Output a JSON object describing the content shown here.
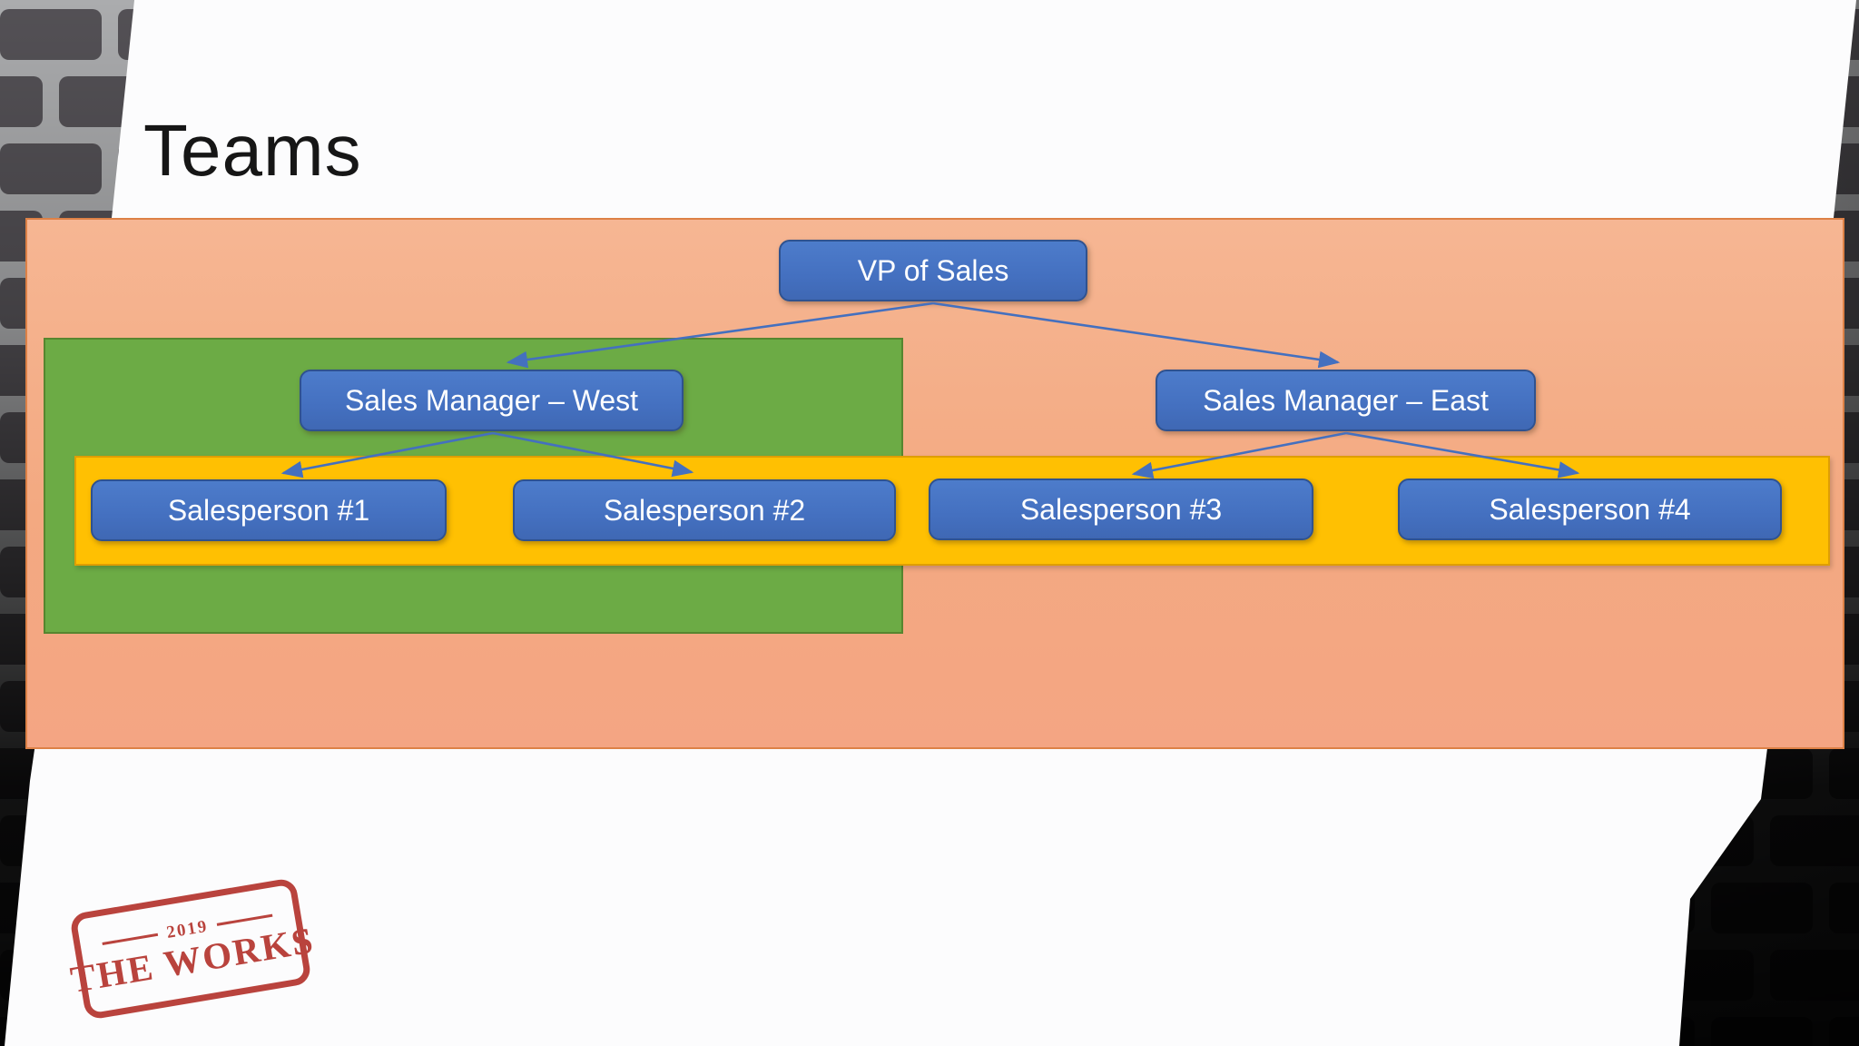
{
  "slide": {
    "title": "Teams"
  },
  "org_chart": {
    "nodes": [
      {
        "id": "vp",
        "label": "VP of Sales"
      },
      {
        "id": "west",
        "label": "Sales Manager – West"
      },
      {
        "id": "east",
        "label": "Sales Manager – East"
      },
      {
        "id": "sp1",
        "label": "Salesperson #1"
      },
      {
        "id": "sp2",
        "label": "Salesperson #2"
      },
      {
        "id": "sp3",
        "label": "Salesperson #3"
      },
      {
        "id": "sp4",
        "label": "Salesperson #4"
      }
    ],
    "edges": [
      {
        "from": "vp",
        "to": "west"
      },
      {
        "from": "vp",
        "to": "east"
      },
      {
        "from": "west",
        "to": "sp1"
      },
      {
        "from": "west",
        "to": "sp2"
      },
      {
        "from": "east",
        "to": "sp3"
      },
      {
        "from": "east",
        "to": "sp4"
      }
    ]
  },
  "regions": {
    "all_sales_color": "#f3a981",
    "west_team_color": "#6cab45",
    "salespeople_band_color": "#ffc002",
    "node_fill_color": "#4472c4",
    "node_border_color": "#2f528f",
    "connector_color": "#4470bf"
  },
  "stamp": {
    "year": "2019",
    "text": "THE WORKS",
    "color": "#b5362f"
  }
}
